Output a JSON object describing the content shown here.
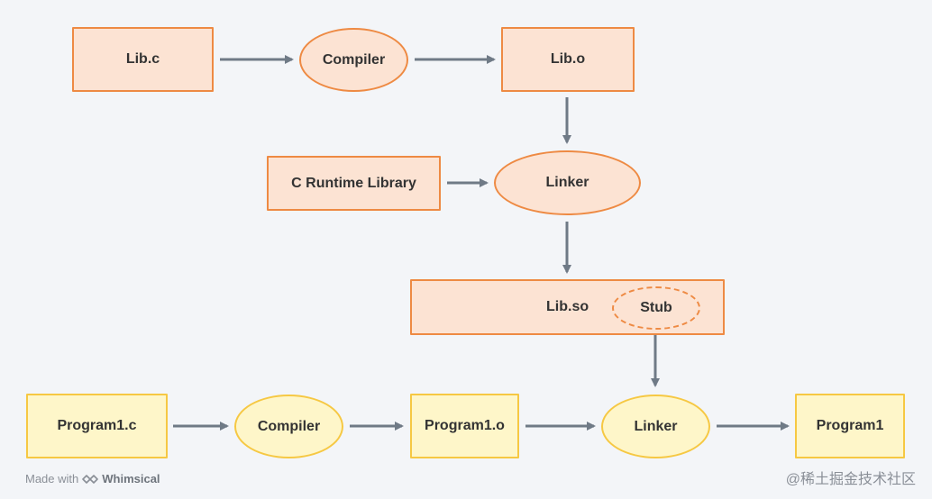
{
  "nodes": {
    "lib_c": "Lib.c",
    "compiler_top": "Compiler",
    "lib_o": "Lib.o",
    "c_runtime_library": "C Runtime Library",
    "linker_top": "Linker",
    "lib_so": "Lib.so",
    "stub": "Stub",
    "program1_c": "Program1.c",
    "compiler_bottom": "Compiler",
    "program1_o": "Program1.o",
    "linker_bottom": "Linker",
    "program1": "Program1"
  },
  "footer": {
    "made_with": "Made with",
    "brand": "Whimsical",
    "watermark": "@稀土掘金技术社区"
  },
  "colors": {
    "background": "#F3F5F8",
    "orange_fill": "#FCE3D3",
    "orange_stroke": "#EE8A43",
    "yellow_fill": "#FEF6C9",
    "yellow_stroke": "#F6C843",
    "arrow": "#6F7A86"
  }
}
